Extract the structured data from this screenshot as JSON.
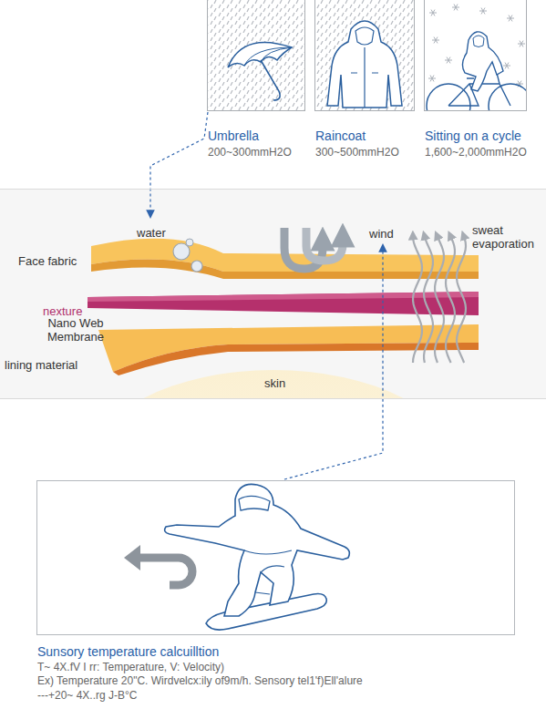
{
  "diagram": {
    "nodes": [
      {
        "text": [
          "Umbrella",
          "200~300mmH2O"
        ]
      },
      {
        "text": [
          "Raincoat",
          "300~500mmH2O"
        ]
      },
      {
        "text": [
          "Sitting on a cycle",
          "1,600~2,000mmH2O"
        ]
      },
      {
        "text": [
          "water",
          "wind",
          "sweat evaporation",
          "Face fabric",
          "nexture",
          "Nano Web Membrane",
          "lining material",
          "skin"
        ]
      },
      {
        "text": [
          "Sunsory temperature calcuilltion",
          "T~ 4X.fV I rr: Temperature, V: Velocity)",
          "Ex) Temperature 20\"C. Wirdvelcx:ily of9m/h. Sensory tel1'f)Ell'alure",
          "---+20~ 4X..rg J-B°C"
        ]
      }
    ],
    "edges": [
      {
        "from": 0,
        "to": 3,
        "arrow": "to"
      },
      {
        "from": 4,
        "to": 3,
        "arrow": "to"
      }
    ]
  }
}
